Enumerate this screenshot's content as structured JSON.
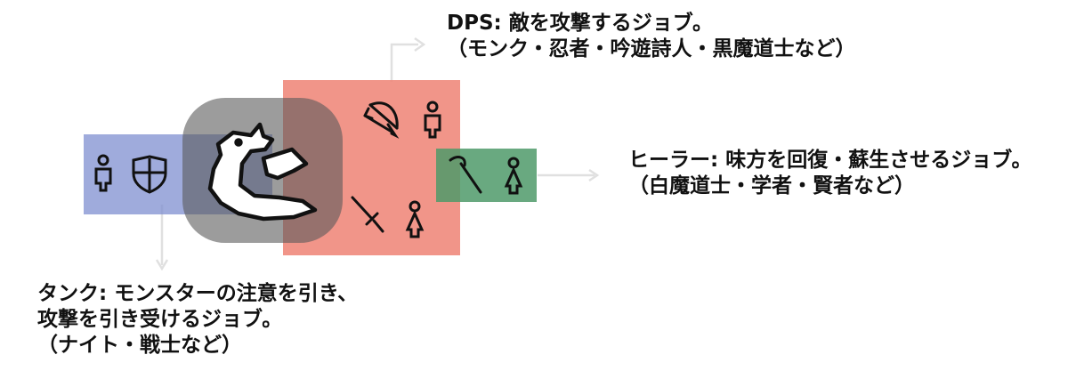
{
  "colors": {
    "tank": "#7f8fd0",
    "dps": "#f08a7c",
    "healer": "#4f9a6a",
    "boss": "#5a5a5a",
    "icon_stroke": "#111111",
    "arrow": "#e0e0e0"
  },
  "icons": {
    "tank": [
      "person-icon",
      "shield-icon"
    ],
    "dps": [
      "bow-icon",
      "person-icon",
      "sword-icon",
      "person-female-icon"
    ],
    "healer": [
      "staff-icon",
      "person-female-icon"
    ],
    "boss": "dragon-icon"
  },
  "roles": {
    "dps": {
      "line1": "DPS: 敵を攻撃するジョブ。",
      "line2": "（モンク・忍者・吟遊詩人・黒魔道士など）"
    },
    "healer": {
      "line1": "ヒーラー: 味方を回復・蘇生させるジョブ。",
      "line2": "（白魔道士・学者・賢者など）"
    },
    "tank": {
      "line1": "タンク: モンスターの注意を引き、",
      "line2": "攻撃を引き受けるジョブ。",
      "line3": "（ナイト・戦士など）"
    }
  }
}
